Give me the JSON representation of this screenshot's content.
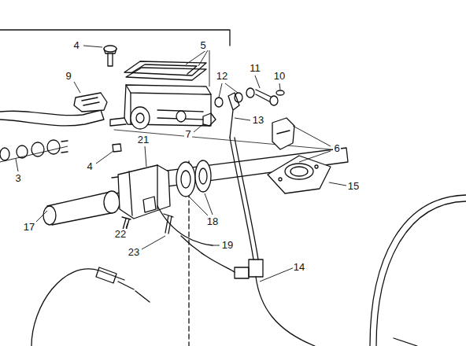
{
  "diagram": {
    "labels": [
      "4",
      "5",
      "9",
      "12",
      "11",
      "10",
      "13",
      "7",
      "6",
      "4",
      "3",
      "21",
      "15",
      "17",
      "18",
      "22",
      "23",
      "19",
      "14"
    ]
  }
}
